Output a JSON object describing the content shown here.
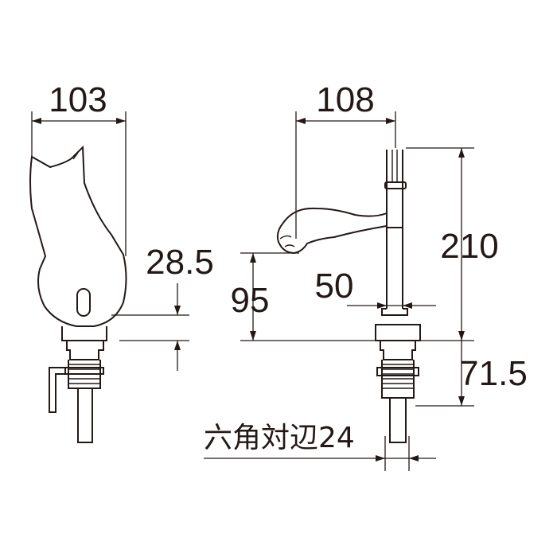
{
  "dimensions": {
    "front_width": "103",
    "side_reach": "108",
    "total_height": "210",
    "handle_offset": "28.5",
    "spout_height": "95",
    "spout_gap": "50",
    "below_counter": "71.5",
    "hex_nut": "六角対辺24"
  },
  "colors": {
    "line": "#231815",
    "background": "#ffffff"
  }
}
